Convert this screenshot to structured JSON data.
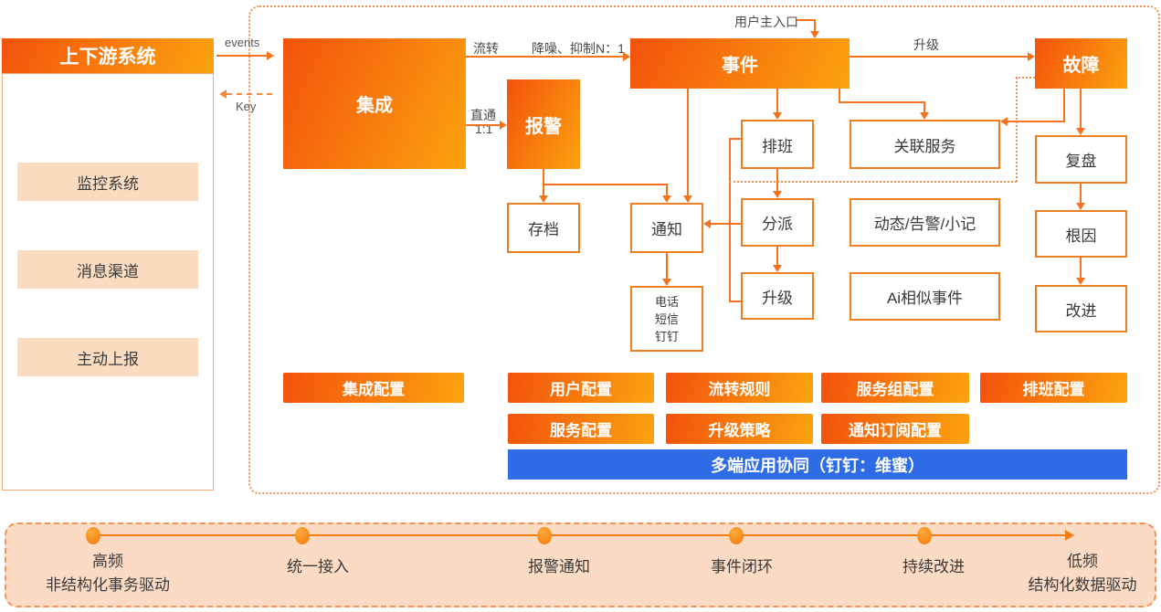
{
  "colors": {
    "accent_orange": "#f4731c",
    "gradient_start": "#f4520c",
    "gradient_end": "#fba30e",
    "box_border": "#ee7e22",
    "peach_fill": "#fcdcc0",
    "timeline_bg": "#fcdbc4",
    "collab_blue": "#2e6be6",
    "text_dark": "#3a3a3a"
  },
  "left_panel": {
    "title": "上下游系统",
    "items": [
      {
        "label": "监控系统"
      },
      {
        "label": "消息渠道"
      },
      {
        "label": "主动上报"
      }
    ]
  },
  "edges": {
    "events": "events",
    "key": "Key",
    "flow": "流转",
    "denoise": "降噪、抑制N：1",
    "direct": "直通",
    "direct_ratio": "1:1",
    "user_entry": "用户主入口",
    "escalate": "升级"
  },
  "nodes": {
    "integration": "集成",
    "alarm": "报警",
    "incident": "事件",
    "fault": "故障",
    "archive": "存档",
    "notify": "通知",
    "notify_channels": {
      "line1": "电话",
      "line2": "短信",
      "line3": "钉钉"
    },
    "schedule": "排班",
    "dispatch": "分派",
    "escalate": "升级",
    "related_service": "关联服务",
    "feed": "动态/告警/小记",
    "ai_similar": "Ai相似事件",
    "review": "复盘",
    "root_cause": "根因",
    "improve": "改进"
  },
  "config": {
    "integration": "集成配置",
    "user": "用户配置",
    "flow_rule": "流转规则",
    "service_group": "服务组配置",
    "schedule": "排班配置",
    "service": "服务配置",
    "escalate_policy": "升级策略",
    "notify_subscribe": "通知订阅配置",
    "collab": "多端应用协同（钉钉：维蜜）"
  },
  "timeline": {
    "stages": [
      {
        "line1": "高频",
        "line2": "非结构化事务驱动"
      },
      {
        "line1": "统一接入",
        "line2": ""
      },
      {
        "line1": "报警通知",
        "line2": ""
      },
      {
        "line1": "事件闭环",
        "line2": ""
      },
      {
        "line1": "持续改进",
        "line2": ""
      },
      {
        "line1": "低频",
        "line2": "结构化数据驱动"
      }
    ]
  }
}
